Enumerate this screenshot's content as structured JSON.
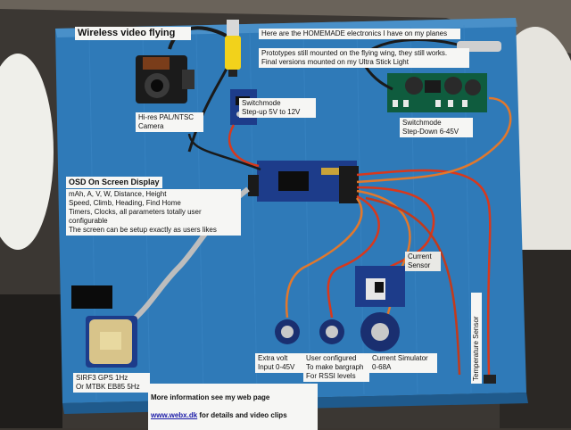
{
  "labels": {
    "title": "Wireless video flying",
    "intro": "Here are the HOMEMADE electronics I have on my planes",
    "prototypes": "Prototypes still mounted on the flying wing, they still works.\nFinal versions mounted on my Ultra Stick Light",
    "camera": "Hi-res PAL/NTSC\nCamera",
    "stepup": "Switchmode\nStep-up 5V to 12V",
    "stepdown": "Switchmode\nStep-Down 6-45V",
    "osd_title": "OSD On Screen Display",
    "osd_body": "mAh, A, V, W, Distance, Height\nSpeed, Climb, Heading, Find Home\nTimers, Clocks, all parameters totally user configurable\nThe screen can be setup exactly as users likes",
    "current_sensor": "Current\nSensor",
    "gps": "SIRF3 GPS 1Hz\nOr MTBK EB85 5Hz",
    "extra_volt": "Extra volt\nInput 0-45V",
    "user_configured": "User configured\nTo make bargraph\nFor RSSI levels",
    "current_simulator": "Current Simulator\n0-68A",
    "temperature": "Temperature Sensor",
    "more_info": "More information see my web page",
    "website": "www.webx.dk",
    "website_suffix": " for details and video clips"
  },
  "colors": {
    "board": "#2f7ab8",
    "board_dark": "#1f5a8c",
    "pcb": "#1d3c8a",
    "wire_red": "#d8381c",
    "wire_orange": "#e2782c"
  }
}
